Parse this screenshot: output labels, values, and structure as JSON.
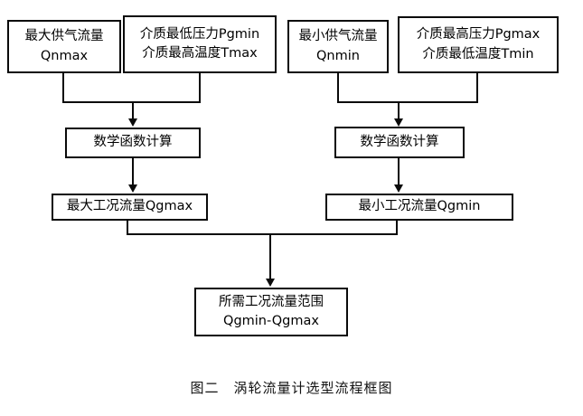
{
  "figure": {
    "caption": "图二　涡轮流量计选型流程框图",
    "background_color": "#ffffff",
    "line_color": "#0a0a0a"
  },
  "nodes": {
    "max_supply_flow": {
      "line1": "最大供气流量",
      "line2": "Qnmax"
    },
    "min_pressure_max_temp": {
      "line1": "介质最低压力Pgmin",
      "line2": "介质最高温度Tmax"
    },
    "min_supply_flow": {
      "line1": "最小供气流量",
      "line2": "Qnmin"
    },
    "max_pressure_min_temp": {
      "line1": "介质最高压力Pgmax",
      "line2": "介质最低温度Tmin"
    },
    "math_calc_left": {
      "line1": "数学函数计算"
    },
    "math_calc_right": {
      "line1": "数学函数计算"
    },
    "qgmax": {
      "line1": "最大工况流量Qgmax"
    },
    "qgmin": {
      "line1": "最小工况流量Qgmin"
    },
    "result_range": {
      "line1": "所需工况流量范围",
      "line2": "Qgmin-Qgmax"
    }
  }
}
